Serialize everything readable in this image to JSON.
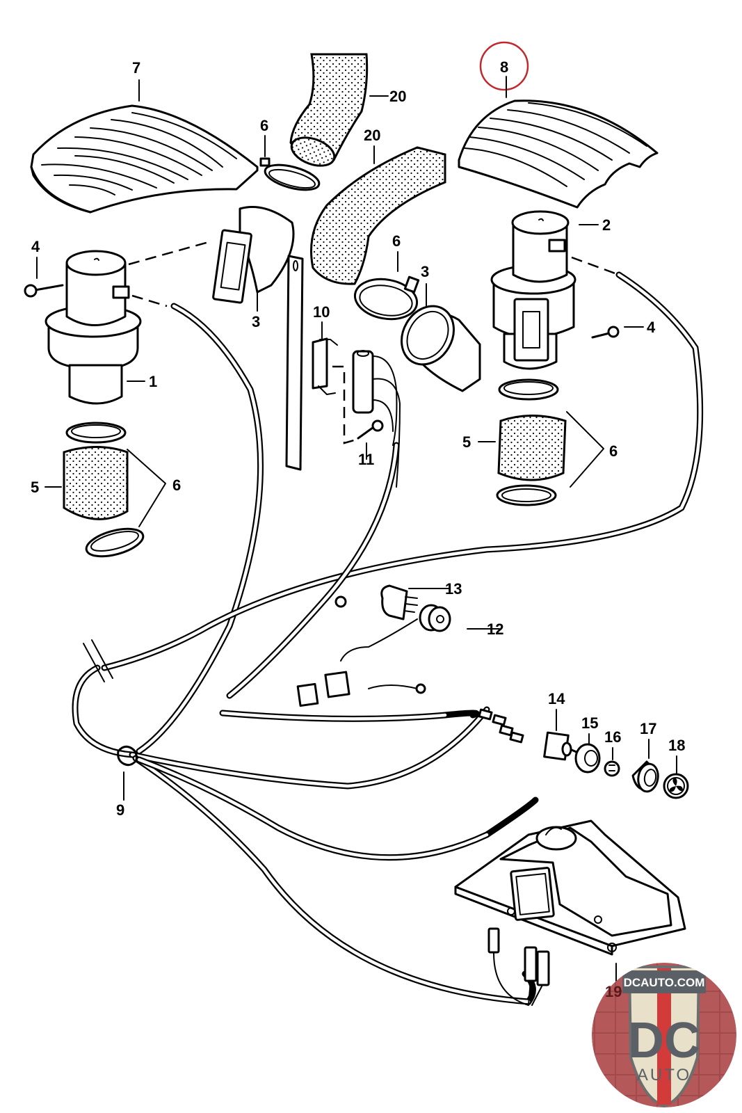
{
  "diagram": {
    "title": "Heater blower / fan assembly exploded parts diagram",
    "highlighted_part": "8",
    "highlight_color": "#c0282d",
    "line_color": "#000000",
    "background": "#ffffff",
    "callouts": [
      {
        "id": "c1",
        "label": "1"
      },
      {
        "id": "c2",
        "label": "2"
      },
      {
        "id": "c3a",
        "label": "3"
      },
      {
        "id": "c3b",
        "label": "3"
      },
      {
        "id": "c4a",
        "label": "4"
      },
      {
        "id": "c4b",
        "label": "4"
      },
      {
        "id": "c5a",
        "label": "5"
      },
      {
        "id": "c5b",
        "label": "5"
      },
      {
        "id": "c6a",
        "label": "6"
      },
      {
        "id": "c6b",
        "label": "6"
      },
      {
        "id": "c6c",
        "label": "6"
      },
      {
        "id": "c6d",
        "label": "6"
      },
      {
        "id": "c7",
        "label": "7"
      },
      {
        "id": "c8",
        "label": "8"
      },
      {
        "id": "c9",
        "label": "9"
      },
      {
        "id": "c10",
        "label": "10"
      },
      {
        "id": "c11",
        "label": "11"
      },
      {
        "id": "c12",
        "label": "12"
      },
      {
        "id": "c13",
        "label": "13"
      },
      {
        "id": "c14",
        "label": "14"
      },
      {
        "id": "c15",
        "label": "15"
      },
      {
        "id": "c16",
        "label": "16"
      },
      {
        "id": "c17",
        "label": "17"
      },
      {
        "id": "c18",
        "label": "18"
      },
      {
        "id": "c19",
        "label": "19"
      },
      {
        "id": "c20a",
        "label": "20"
      },
      {
        "id": "c20b",
        "label": "20"
      }
    ]
  },
  "watermark": {
    "top_text": "DCAUTO.COM",
    "main_text": "DC",
    "sub_text": "AUTO",
    "colors": {
      "circle": "#b5585a",
      "shield": "#e8e0c8",
      "stripe": "#d33a3a",
      "letters": "#5b5f66"
    }
  }
}
